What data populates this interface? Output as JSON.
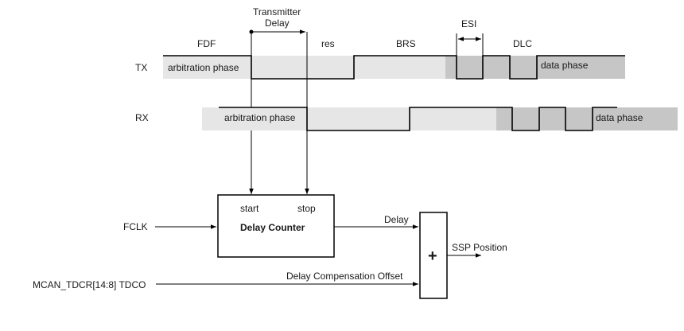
{
  "signals": {
    "tx_label": "TX",
    "rx_label": "RX",
    "tx_arbitration": "arbitration phase",
    "tx_data": "data phase",
    "rx_arbitration": "arbitration phase",
    "rx_data": "data phase"
  },
  "fields": {
    "fdf": "FDF",
    "res": "res",
    "brs": "BRS",
    "esi": "ESI",
    "dlc": "DLC"
  },
  "transmitter_delay": {
    "line1": "Transmitter",
    "line2": "Delay"
  },
  "counter": {
    "title": "Delay Counter",
    "start": "start",
    "stop": "stop"
  },
  "inputs": {
    "fclk": "FCLK",
    "tdco": "MCAN_TDCR[14:8] TDCO"
  },
  "adder": {
    "symbol": "+",
    "in_top": "Delay",
    "in_bottom": "Delay Compensation Offset",
    "output": "SSP Position"
  }
}
